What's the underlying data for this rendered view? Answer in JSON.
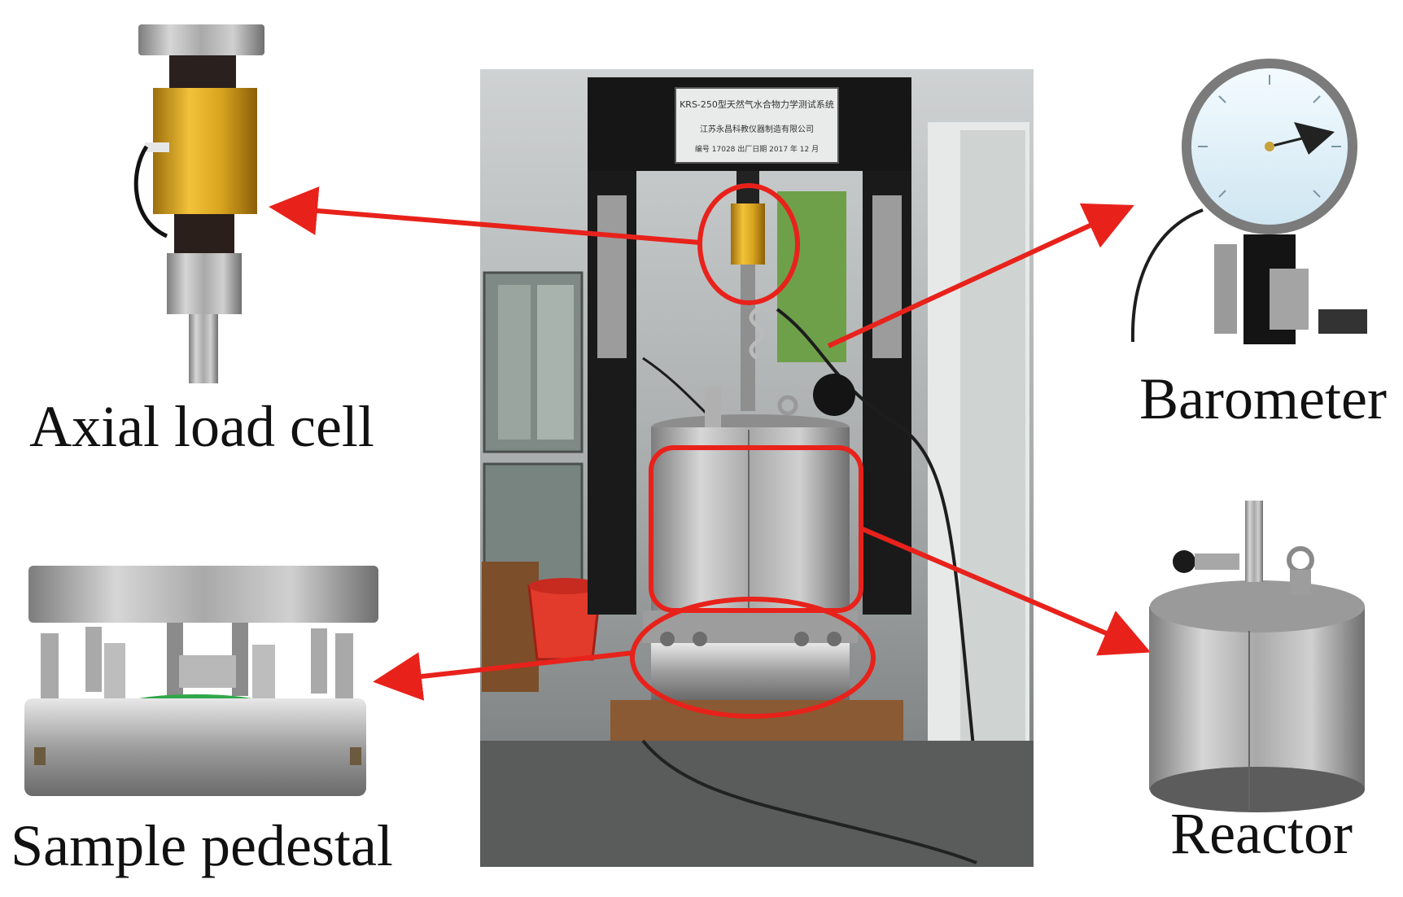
{
  "labels": {
    "axial_load_cell": "Axial load cell",
    "barometer": "Barometer",
    "sample_pedestal": "Sample pedestal",
    "reactor": "Reactor"
  },
  "equipment_plate": {
    "line1": "KRS-250型天然气水合物力学测试系统",
    "line2": "江苏永昌科教仪器制造有限公司",
    "line3": "编号 17028    出厂日期 2017 年 12 月"
  },
  "colors": {
    "callout_red": "#e8221b",
    "frame_black": "#1a1a1a",
    "steel": "#b9b9b9",
    "load_cell_gold": "#d7a21c",
    "bucket_red": "#e23b2b",
    "background": "#ffffff"
  }
}
